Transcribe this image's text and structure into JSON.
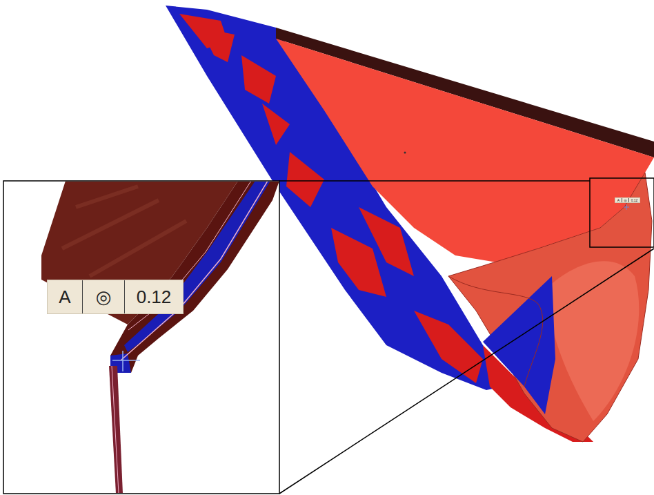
{
  "diagram": {
    "nodes": [
      {
        "text": [
          "A",
          "◎",
          "0.12"
        ]
      },
      {
        "text": [
          "A",
          "◎",
          "0.12"
        ]
      }
    ]
  }
}
